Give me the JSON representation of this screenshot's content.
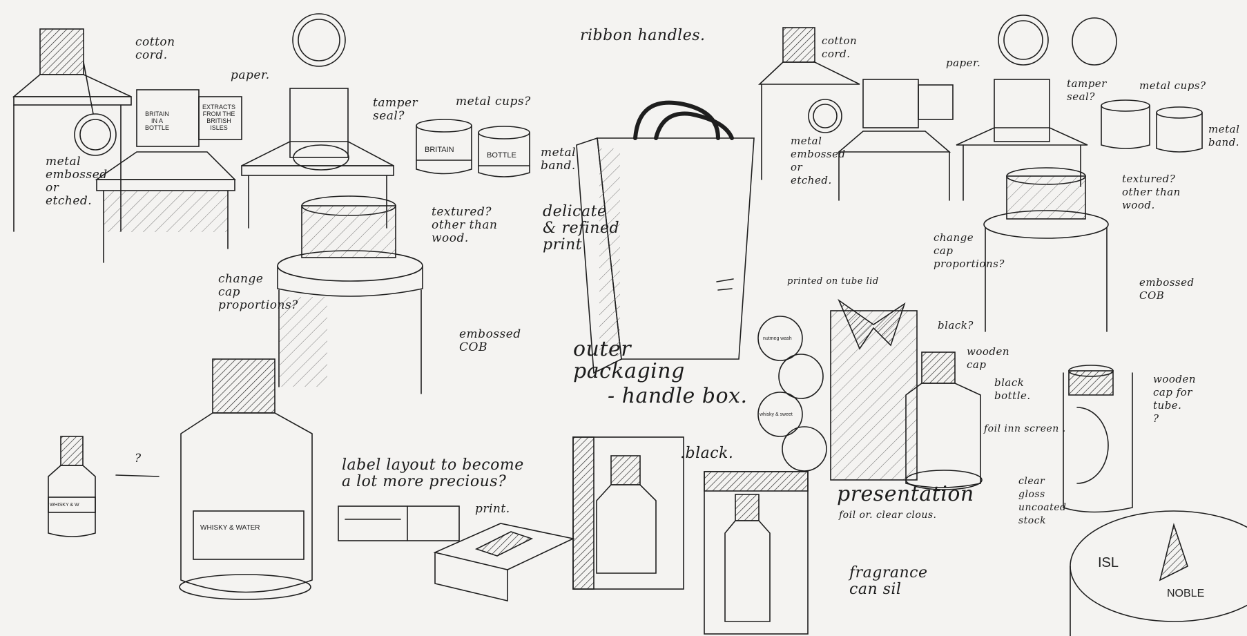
{
  "annotations": {
    "cotton_cord_left": "cotton\ncord.",
    "paper_left": "paper.",
    "metal_embossed_left": "metal\nembossed\nor\netched.",
    "tamper_seal_left": "tamper\nseal?",
    "metal_cups_left": "metal cups?",
    "metal_band_left": "metal\nband.",
    "ribbon_handles": "ribbon handles.",
    "textured_left": "textured?\nother than\nwood.",
    "delicate_print": "delicate\n& refined\nprint",
    "change_cap_left": "change\ncap\nproportions?",
    "embossed_cob_left": "embossed\nCOB",
    "outer_packaging": "outer\npackaging",
    "handle_box": "- handle box.",
    "label_layout": "label layout to become\na lot more precious?",
    "print": "print.",
    "black": ".black.",
    "presentation": "presentation",
    "foil_clear": "foil or. clear clous.",
    "fragrance": "fragrance\ncan sil",
    "cotton_cord_right": "cotton\ncord.",
    "paper_right": "paper.",
    "metal_embossed_right": "metal\nembossed\nor\netched.",
    "tamper_seal_right": "tamper\nseal?",
    "metal_cups_right": "metal cups?",
    "metal_band_right": "metal\nband.",
    "textured_right": "textured?\nother than\nwood.",
    "change_cap_right": "change\ncap\nproportions?",
    "embossed_cob_right": "embossed\nCOB",
    "printed_tube_lid": "printed on tube lid",
    "black_q": "black?",
    "wooden_cap": "wooden\ncap",
    "black_bottle": "black\nbottle.",
    "foil_inn_screen": "foil inn screen .",
    "wooden_cap_tube": "wooden\ncap for\ntube.\n?",
    "clear_gloss": "clear\ngloss\nuncoated\nstock",
    "question": "?"
  },
  "labels": {
    "britain_in_a_bottle": "BRITAIN\nIN A\nBOTTLE",
    "extracts": "EXTRACTS\nFROM THE\nBRITISH\nISLES",
    "britain": "BRITAIN",
    "bottle": "BOTTLE",
    "whisky_water": "WHISKY & WATER",
    "whisky_small": "WHISKY & W",
    "isl": "ISL",
    "noble": "NOBLE",
    "nutmeg_wash": "nutmeg wash",
    "whisky_sweet": "whisky & sweet"
  }
}
